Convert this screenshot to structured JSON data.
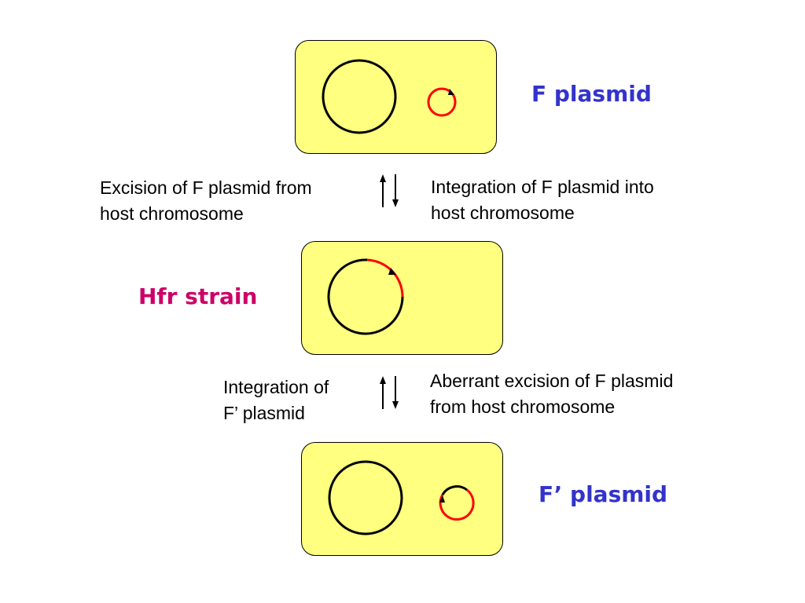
{
  "colors": {
    "cell_fill": "#ffff80",
    "chromosome": "#000000",
    "f_plasmid_dna": "#ff0000",
    "title_blue": "#3333cc",
    "title_magenta": "#cc0066"
  },
  "stages": [
    {
      "label": "F plasmid"
    },
    {
      "label": "Hfr strain"
    },
    {
      "label": "F’ plasmid"
    }
  ],
  "transitions": {
    "top": {
      "left_lines": [
        "Excision of F plasmid from",
        "host chromosome"
      ],
      "right_lines": [
        "Integration of F plasmid into",
        "host chromosome"
      ]
    },
    "bottom": {
      "left_lines": [
        "Integration of",
        "F’ plasmid"
      ],
      "right_lines": [
        "Aberrant excision of F plasmid",
        "from host chromosome"
      ]
    }
  }
}
